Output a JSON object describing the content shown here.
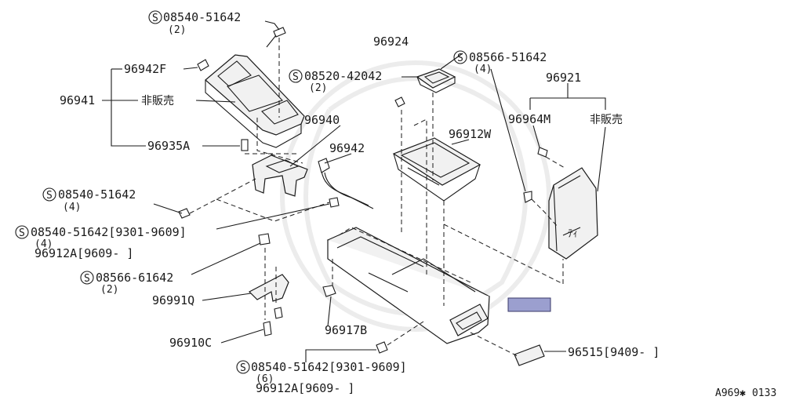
{
  "labels": {
    "screw_top": "08540-51642",
    "screw_top_qty": "(2)",
    "p96942F": "96942F",
    "p96941": "96941",
    "p96941_note": "非販売",
    "p96935A": "96935A",
    "p96924": "96924",
    "screw_08520": "08520-42042",
    "screw_08520_qty": "(2)",
    "screw_08566_top": "08566-51642",
    "screw_08566_top_qty": "(4)",
    "p96921": "96921",
    "p96964M": "96964M",
    "p96921_note": "非販売",
    "p96940": "96940",
    "p96942": "96942",
    "p96912W": "96912W",
    "screw_left": "08540-51642",
    "screw_left_qty": "(4)",
    "screw_mid": "08540-51642[9301-9609]",
    "screw_mid_qty": "(4)",
    "p96912A_mid": "96912A[9609-    ]",
    "screw_61642": "08566-61642",
    "screw_61642_qty": "(2)",
    "p96991Q": "96991Q",
    "p96917B": "96917B",
    "p96910C": "96910C",
    "p96515": "96515[9409-      ]",
    "screw_bottom": "08540-51642[9301-9609]",
    "screw_bottom_qty": "(6)",
    "p96912A_bottom": "96912A[9609-    ]",
    "diagram_code": "A969✱ 0133",
    "screw_symbol": "S"
  },
  "highlight_color": "#9b9fcf"
}
